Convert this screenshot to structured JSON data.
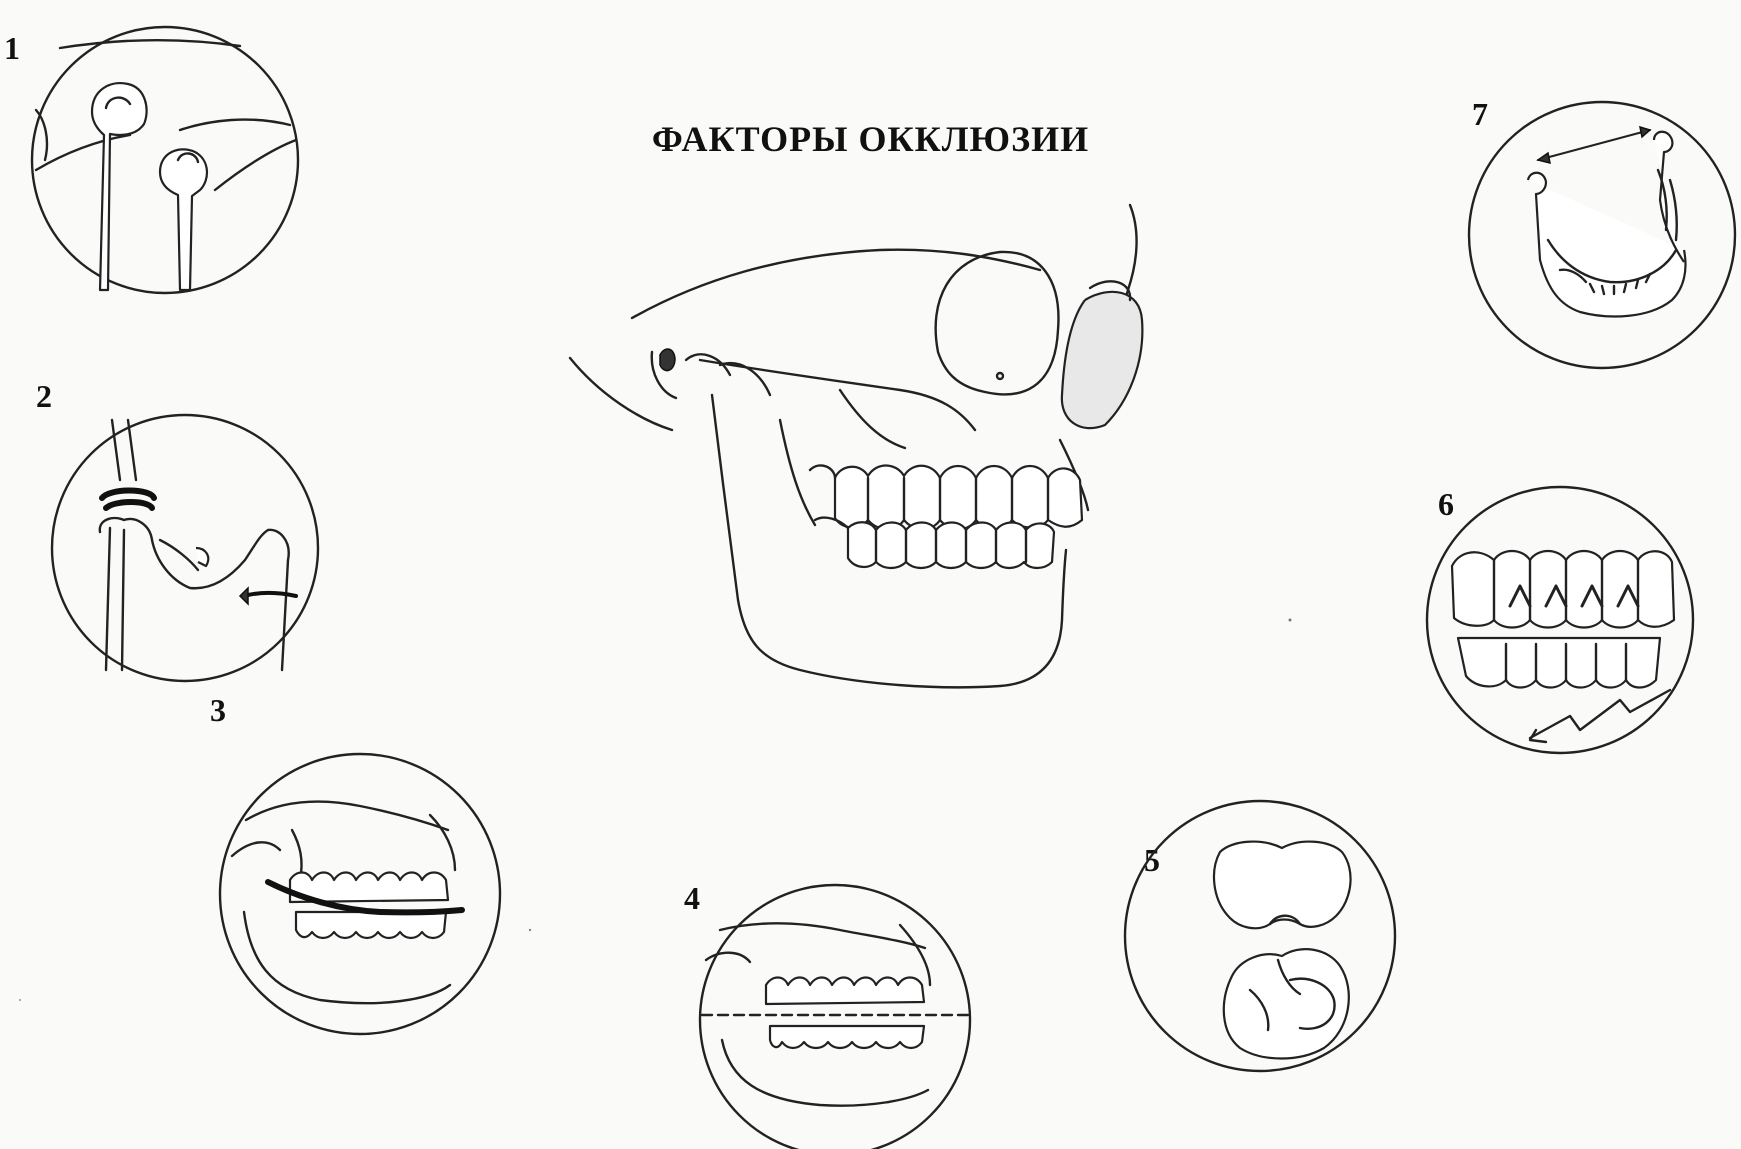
{
  "title": "ФАКТОРЫ ОККЛЮЗИИ",
  "factors": [
    {
      "number": "1",
      "icon": "tmj-condyle-icon"
    },
    {
      "number": "2",
      "icon": "condylar-rotation-icon"
    },
    {
      "number": "3",
      "icon": "curve-of-spee-icon"
    },
    {
      "number": "4",
      "icon": "occlusal-plane-icon"
    },
    {
      "number": "5",
      "icon": "cusp-morphology-icon"
    },
    {
      "number": "6",
      "icon": "incisal-guidance-icon"
    },
    {
      "number": "7",
      "icon": "intercondylar-distance-icon"
    }
  ]
}
